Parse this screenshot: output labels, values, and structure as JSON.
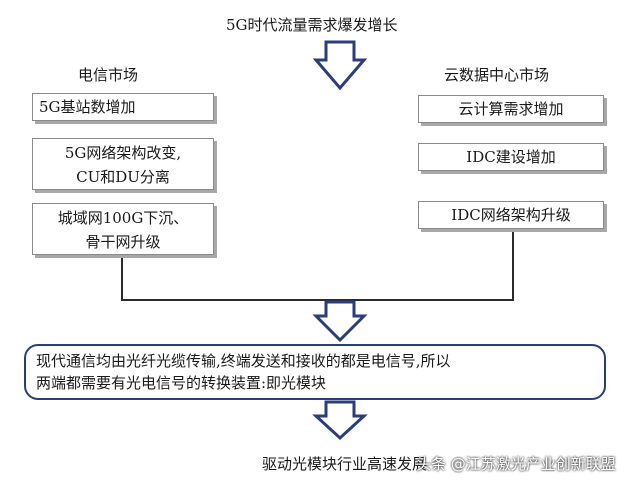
{
  "title": "5G时代流量需求爆发增长",
  "left_column": {
    "heading": "电信市场",
    "boxes": [
      {
        "lines": [
          "5G基站数增加"
        ]
      },
      {
        "lines": [
          "5G网络架构改变,",
          "CU和DU分离"
        ]
      },
      {
        "lines": [
          "城域网100G下沉、",
          "骨干网升级"
        ]
      }
    ]
  },
  "right_column": {
    "heading": "云数据中心市场",
    "boxes": [
      {
        "lines": [
          "云计算需求增加"
        ]
      },
      {
        "lines": [
          "IDC建设增加"
        ]
      },
      {
        "lines": [
          "IDC网络架构升级"
        ]
      }
    ]
  },
  "summary": {
    "lines": [
      "现代通信均由光纤光缆传输,终端发送和接收的都是电信号,所以",
      "两端都需要有光电信号的转换装置:即光模块"
    ]
  },
  "conclusion": "驱动光模块行业高速发展",
  "watermark": "头条 @江苏激光产业创新联盟"
}
